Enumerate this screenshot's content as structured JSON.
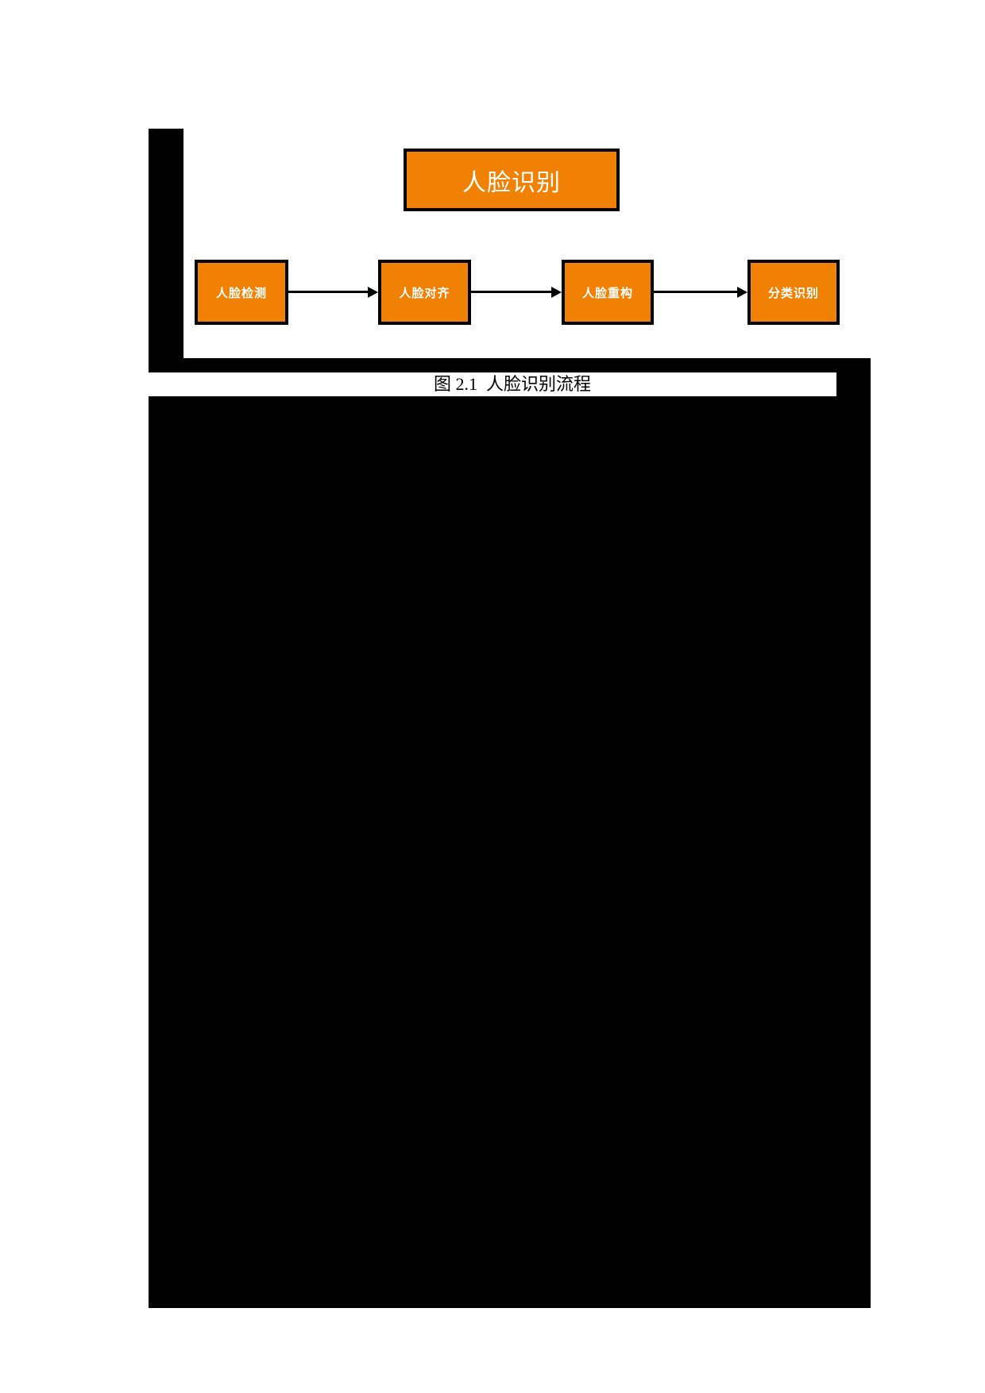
{
  "figure": {
    "title_box": {
      "label": "人脸识别"
    },
    "steps": [
      {
        "label": "人脸检测"
      },
      {
        "label": "人脸对齐"
      },
      {
        "label": "人脸重构"
      },
      {
        "label": "分类识别"
      }
    ],
    "caption": "图 2.1  人脸识别流程",
    "colors": {
      "box_fill": "#F08105",
      "box_border": "#000000",
      "box_text": "#FFFFFF",
      "arrow": "#000000",
      "caption_text": "#000000",
      "redaction": "#000000",
      "page_background": "#FFFFFF"
    }
  }
}
